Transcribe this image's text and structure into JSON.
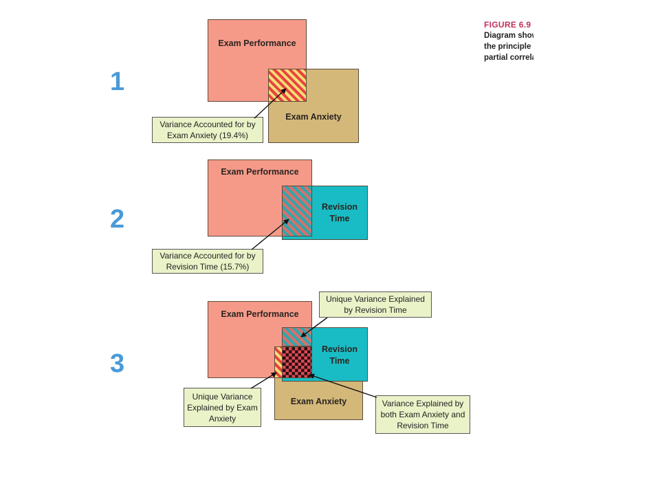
{
  "caption": {
    "figure": "FIGURE 6.9",
    "lines": [
      "Diagram showi",
      "the principle of",
      "partial correlati"
    ]
  },
  "panels": [
    {
      "number": "1",
      "boxes": {
        "exam_performance": "Exam Performance",
        "exam_anxiety": "Exam Anxiety"
      },
      "callout": "Variance Accounted for by Exam Anxiety (19.4%)"
    },
    {
      "number": "2",
      "boxes": {
        "exam_performance": "Exam Performance",
        "revision_time": "Revision Time"
      },
      "callout": "Variance Accounted for by Revision Time (15.7%)"
    },
    {
      "number": "3",
      "boxes": {
        "exam_performance": "Exam Performance",
        "revision_time": "Revision Time",
        "exam_anxiety": "Exam Anxiety"
      },
      "callouts": {
        "unique_revision": "Unique Variance Explained by Revision Time",
        "unique_anxiety": "Unique Variance Explained by Exam Anxiety",
        "shared": "Variance Explained by both Exam Anxiety and Revision Time"
      }
    }
  ],
  "colors": {
    "exam_performance": "#f59a89",
    "exam_anxiety": "#d3b879",
    "revision_time": "#19bcc4",
    "callout_bg": "#eaf2c8",
    "panel_number": "#4a9ad8",
    "figure_label": "#c0305a"
  }
}
